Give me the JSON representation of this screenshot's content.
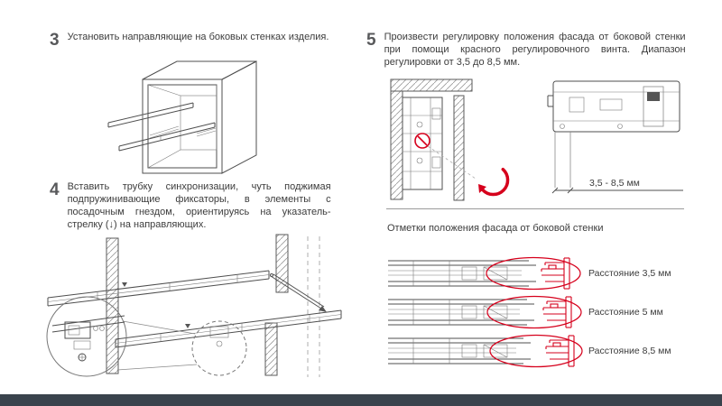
{
  "steps": [
    {
      "number": "3",
      "text": "Установить направляющие на боковых стенках изделия."
    },
    {
      "number": "4",
      "text": "Вставить трубку синхронизации, чуть поджимая подпружинивающие фиксаторы, в элементы с посадочным гнездом, ориентируясь на указатель-стрелку (↓) на направляющих."
    },
    {
      "number": "5",
      "text": "Произвести регулировку положения фасада от боковой стенки при помощи красного регулировочного винта. Диапазон регулировки от 3,5 до 8,5 мм.",
      "dimension_label": "3,5 - 8,5 мм"
    }
  ],
  "marks": {
    "title": "Отметки положения фасада от боковой стенки",
    "items": [
      {
        "label": "Расстояние 3,5 мм"
      },
      {
        "label": "Расстояние 5 мм"
      },
      {
        "label": "Расстояние 8,5 мм"
      }
    ]
  },
  "colors": {
    "accent_red": "#d6001c",
    "drawing_line": "#4f4f4f",
    "footer_bar": "#3a434d"
  }
}
